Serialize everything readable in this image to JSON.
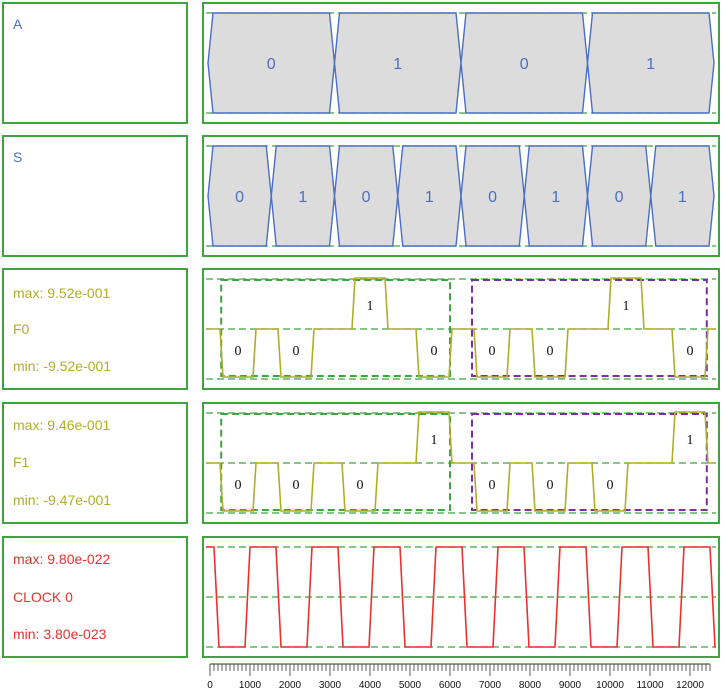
{
  "signals": [
    {
      "id": "A",
      "name": "A",
      "kind": "bus",
      "color": "#4a6fc4",
      "values": [
        "0",
        "1",
        "0",
        "1"
      ]
    },
    {
      "id": "S",
      "name": "S",
      "kind": "bus",
      "color": "#4a6fc4",
      "values": [
        "0",
        "1",
        "0",
        "1",
        "0",
        "1",
        "0",
        "1"
      ]
    },
    {
      "id": "F0",
      "name": "F0",
      "kind": "analog",
      "color": "#b0ad2a",
      "max_label": "max: 9.52e-001",
      "min_label": "min: -9.52e-001",
      "pulses": [
        {
          "dir": "down",
          "t0": 250,
          "t1": 1150,
          "label": "0"
        },
        {
          "dir": "down",
          "t0": 1700,
          "t1": 2600,
          "label": "0"
        },
        {
          "dir": "up",
          "t0": 3550,
          "t1": 4450,
          "label": "1"
        },
        {
          "dir": "down",
          "t0": 5150,
          "t1": 6050,
          "label": "0"
        },
        {
          "dir": "down",
          "t0": 6600,
          "t1": 7500,
          "label": "0"
        },
        {
          "dir": "down",
          "t0": 8050,
          "t1": 8950,
          "label": "0"
        },
        {
          "dir": "up",
          "t0": 9950,
          "t1": 10850,
          "label": "1"
        },
        {
          "dir": "down",
          "t0": 11550,
          "t1": 12450,
          "label": "0"
        }
      ],
      "frames": [
        {
          "t0": 280,
          "t1": 6000,
          "color": "#3fa33f"
        },
        {
          "t0": 6550,
          "t1": 12420,
          "color": "#7b2fa6"
        }
      ]
    },
    {
      "id": "F1",
      "name": "F1",
      "kind": "analog",
      "color": "#b0ad2a",
      "max_label": "max: 9.46e-001",
      "min_label": "min: -9.47e-001",
      "pulses": [
        {
          "dir": "down",
          "t0": 250,
          "t1": 1150,
          "label": "0"
        },
        {
          "dir": "down",
          "t0": 1700,
          "t1": 2600,
          "label": "0"
        },
        {
          "dir": "down",
          "t0": 3300,
          "t1": 4200,
          "label": "0"
        },
        {
          "dir": "up",
          "t0": 5150,
          "t1": 6050,
          "label": "1"
        },
        {
          "dir": "down",
          "t0": 6600,
          "t1": 7500,
          "label": "0"
        },
        {
          "dir": "down",
          "t0": 8050,
          "t1": 8950,
          "label": "0"
        },
        {
          "dir": "down",
          "t0": 9550,
          "t1": 10450,
          "label": "0"
        },
        {
          "dir": "up",
          "t0": 11550,
          "t1": 12450,
          "label": "1"
        }
      ],
      "frames": [
        {
          "t0": 280,
          "t1": 6000,
          "color": "#3fa33f"
        },
        {
          "t0": 6550,
          "t1": 12420,
          "color": "#7b2fa6"
        }
      ]
    },
    {
      "id": "CLOCK",
      "name": "CLOCK 0",
      "kind": "clock",
      "color": "#e8322d",
      "max_label": "max: 9.80e-022",
      "min_label": "min: 3.80e-023",
      "period": 1550,
      "first_high": 100
    }
  ],
  "time_axis": {
    "min": 0,
    "max": 12500,
    "tick_labels": [
      "0",
      "1000",
      "2000",
      "3000",
      "4000",
      "5000",
      "6000",
      "7000",
      "8000",
      "9000",
      "10000",
      "11000",
      "12000"
    ],
    "minor_step": 100
  }
}
